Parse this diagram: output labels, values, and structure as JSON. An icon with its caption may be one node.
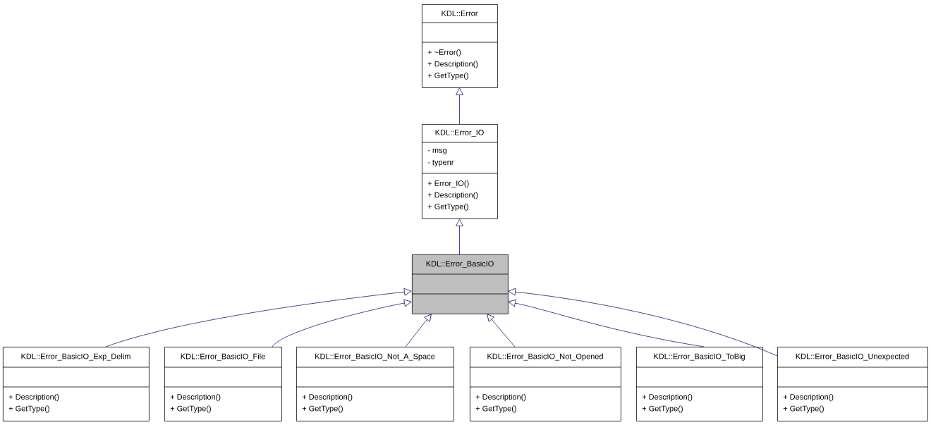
{
  "diagram": {
    "nodes": [
      {
        "text": [
          "KDL::Error",
          "+ ~Error()",
          "+ Description()",
          "+ GetType()"
        ]
      },
      {
        "text": [
          "KDL::Error_IO",
          "- msg",
          "- typenr",
          "+ Error_IO()",
          "+ Description()",
          "+ GetType()"
        ]
      },
      {
        "text": [
          "KDL::Error_BasicIO"
        ]
      },
      {
        "text": [
          "KDL::Error_BasicIO_Exp_Delim",
          "+ Description()",
          "+ GetType()"
        ]
      },
      {
        "text": [
          "KDL::Error_BasicIO_File",
          "+ Description()",
          "+ GetType()"
        ]
      },
      {
        "text": [
          "KDL::Error_BasicIO_Not_A_Space",
          "+ Description()",
          "+ GetType()"
        ]
      },
      {
        "text": [
          "KDL::Error_BasicIO_Not_Opened",
          "+ Description()",
          "+ GetType()"
        ]
      },
      {
        "text": [
          "KDL::Error_BasicIO_ToBig",
          "+ Description()",
          "+ GetType()"
        ]
      },
      {
        "text": [
          "KDL::Error_BasicIO_Unexpected",
          "+ Description()",
          "+ GetType()"
        ]
      }
    ],
    "edges": [
      {
        "from": 1,
        "to": 0,
        "arrow": "to"
      },
      {
        "from": 2,
        "to": 1,
        "arrow": "to"
      },
      {
        "from": 3,
        "to": 2,
        "arrow": "to"
      },
      {
        "from": 4,
        "to": 2,
        "arrow": "to"
      },
      {
        "from": 5,
        "to": 2,
        "arrow": "to"
      },
      {
        "from": 6,
        "to": 2,
        "arrow": "to"
      },
      {
        "from": 7,
        "to": 2,
        "arrow": "to"
      },
      {
        "from": 8,
        "to": 2,
        "arrow": "to"
      }
    ]
  }
}
